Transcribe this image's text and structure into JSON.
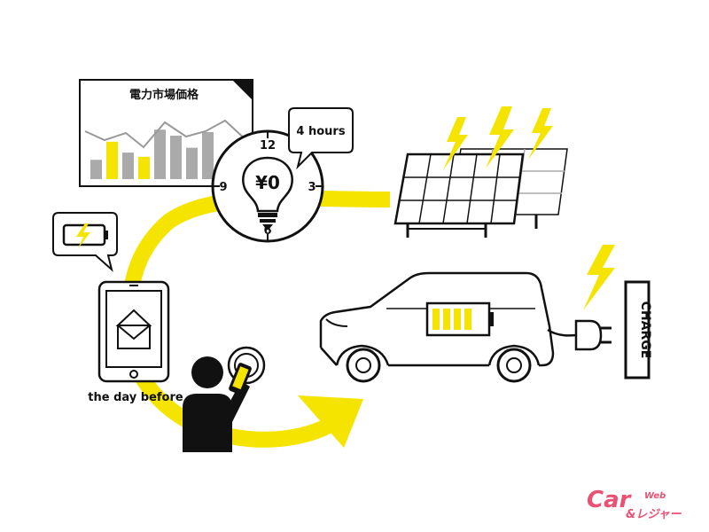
{
  "market_panel": {
    "title": "電力市場価格",
    "bar_values": [
      0.32,
      0.62,
      0.44,
      0.37,
      0.82,
      0.72,
      0.52,
      0.78
    ],
    "highlight_bars": [
      1,
      3
    ]
  },
  "clock": {
    "price": "¥0",
    "numerals": {
      "top": "12",
      "right": "3",
      "bottom": "6",
      "left": "9"
    }
  },
  "time_bubble": {
    "text": "4 hours"
  },
  "phone": {
    "caption": "the day before"
  },
  "charger": {
    "label": "CHARGE"
  },
  "car_battery": {
    "filled_cells": 4,
    "total_cells": 5
  },
  "watermark": {
    "top": "Car",
    "tag": "Web",
    "bottom": "&レジャー"
  },
  "colors": {
    "accent_yellow": "#f5e400",
    "ink": "#111111",
    "bar_gray": "#aaaaaa",
    "watermark_pink": "#e8335a"
  },
  "icons": [
    "lightbulb-icon",
    "clock-icon",
    "solar-panel-icon",
    "lightning-bolt-icon",
    "battery-icon",
    "smartphone-icon",
    "envelope-icon",
    "person-icon",
    "car-icon",
    "plug-icon"
  ]
}
